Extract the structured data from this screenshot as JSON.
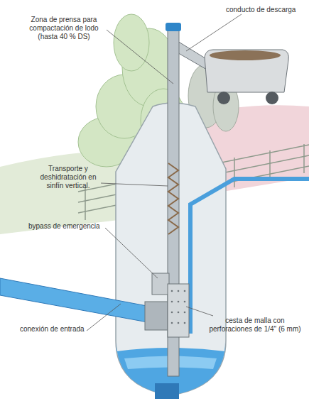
{
  "diagram": {
    "labels": [
      "Zona de prensa para compactación de lodo (hasta 40 % DS)",
      "conducto de descarga",
      "Transporte y deshidratación en sinfín vertical.",
      "bypass de emergencia",
      "conexión de entrada",
      "cesta de malla con perforaciones de 1/4\" (6 mm)"
    ]
  }
}
